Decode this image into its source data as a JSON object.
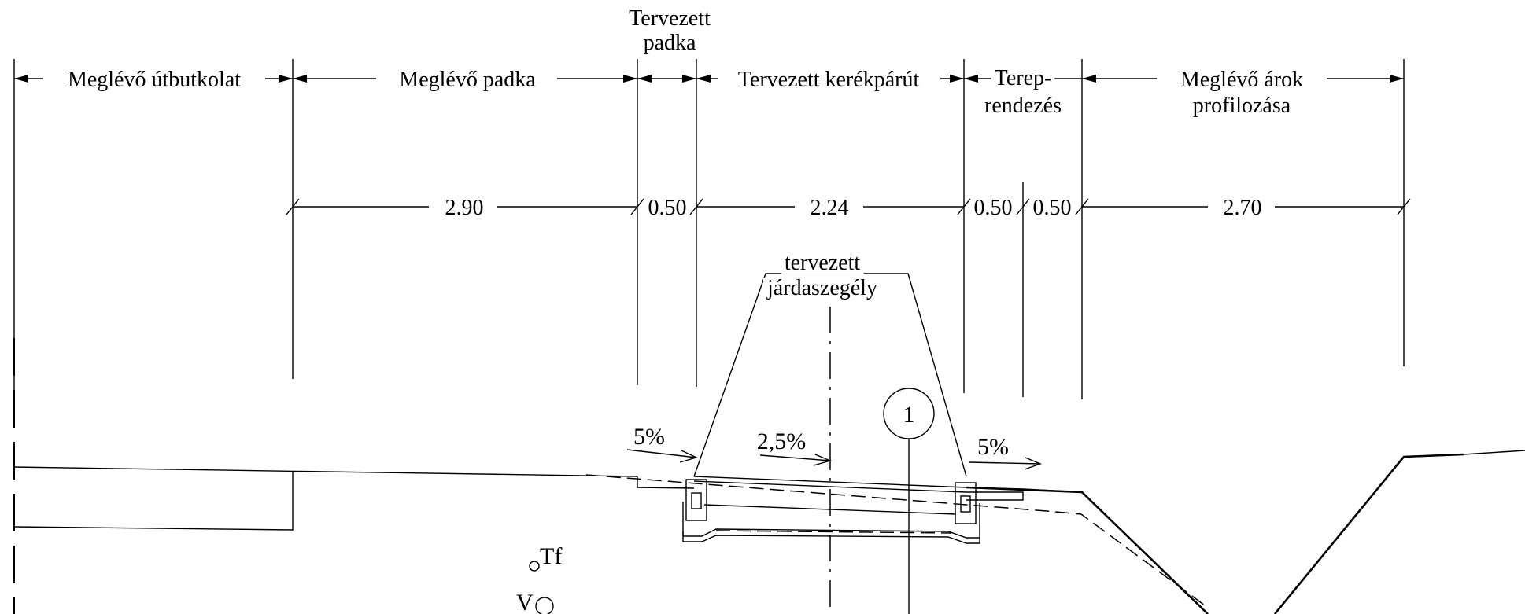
{
  "headers": {
    "existing_pavement": "Meglévő útbutkolat",
    "existing_shoulder": "Meglévő padka",
    "planned_shoulder_line1": "Tervezett",
    "planned_shoulder_line2": "padka",
    "planned_cycle_path": "Tervezett kerékpárút",
    "terrain_line1": "Terep-",
    "terrain_line2": "rendezés",
    "ditch_line1": "Meglévő árok",
    "ditch_line2": "profilozása"
  },
  "dimensions": {
    "shoulder_width": "2.90",
    "planned_shoulder_width": "0.50",
    "cycle_path_width": "2.24",
    "terrain_width_a": "0.50",
    "terrain_width_b": "0.50",
    "ditch_width": "2.70"
  },
  "callout": {
    "line1": "tervezett",
    "line2": "járdaszegély"
  },
  "slopes": {
    "left": "5%",
    "middle": "2,5%",
    "right": "5%"
  },
  "marker_number": "1",
  "utility_labels": {
    "tf": "Tf",
    "v": "V"
  }
}
